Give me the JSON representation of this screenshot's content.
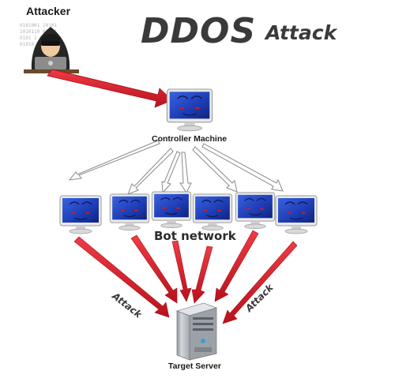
{
  "title": {
    "main": "DDOS",
    "sub": "Attack"
  },
  "labels": {
    "attacker": "Attacker",
    "controller": "Controller Machine",
    "bot_network": "Bot network",
    "target": "Target Server",
    "attack_left": "Attack",
    "attack_right": "Attack"
  },
  "attacker_binary": "0101001 10101\n1010110 01011\n0101 1 01101\n01010 10100 1",
  "colors": {
    "attack_arrow": "#d81e2a",
    "hollow_arrow_stroke": "#8a8a8a",
    "screen_blue": "#1f3fb8",
    "monitor_frame": "#e8e8e8",
    "server_body": "#b8bcc2",
    "hoodie": "#262626"
  }
}
